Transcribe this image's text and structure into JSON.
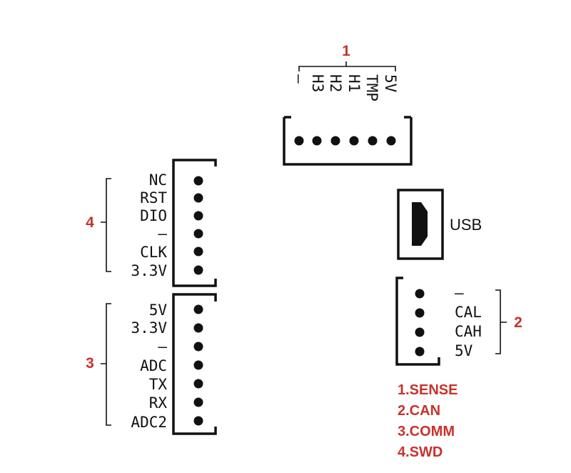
{
  "colors": {
    "accent": "#c8322a",
    "ink": "#111111",
    "background": "#ffffff"
  },
  "connectors": {
    "sense": {
      "number": "1",
      "pins": [
        "5V",
        "TMP",
        "H1",
        "H2",
        "H3",
        "–"
      ]
    },
    "swd": {
      "number": "4",
      "pins": [
        "NC",
        "RST",
        "DIO",
        "–",
        "CLK",
        "3.3V"
      ]
    },
    "comm": {
      "number": "3",
      "pins": [
        "5V",
        "3.3V",
        "–",
        "ADC",
        "TX",
        "RX",
        "ADC2"
      ]
    },
    "can": {
      "number": "2",
      "pins": [
        "–",
        "CAL",
        "CAH",
        "5V"
      ]
    },
    "usb": {
      "label": "USB"
    }
  },
  "legend": [
    "1.SENSE",
    "2.CAN",
    "3.COMM",
    "4.SWD"
  ]
}
